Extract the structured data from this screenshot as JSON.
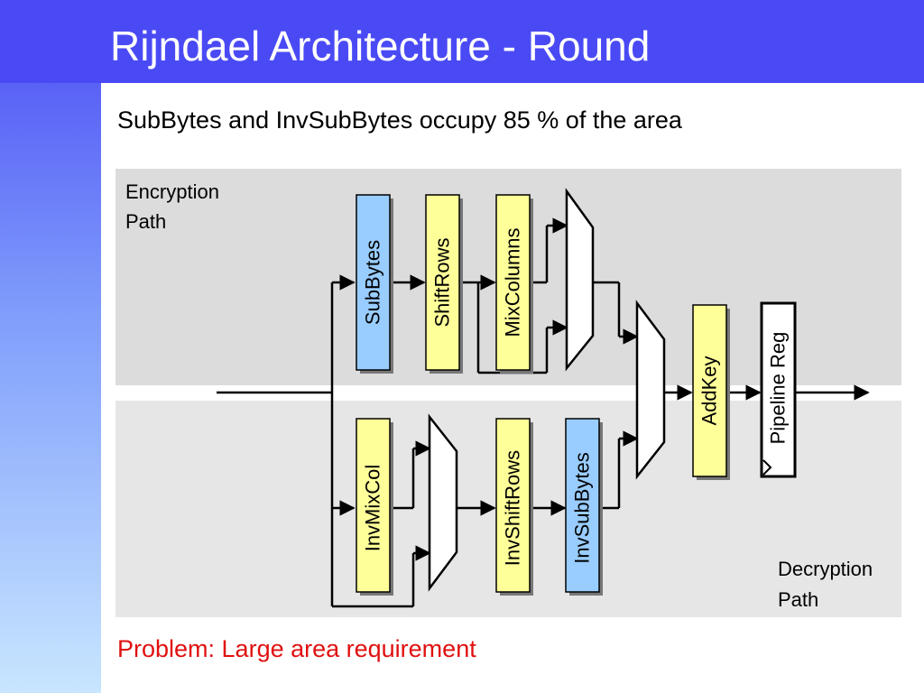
{
  "slide": {
    "title": "Rijndael Architecture - Round",
    "subtitle": "SubBytes and InvSubBytes occupy 85 % of the area",
    "problem": "Problem: Large area requirement"
  },
  "diagram": {
    "encryption_label": [
      "Encryption",
      "Path"
    ],
    "decryption_label": [
      "Decryption",
      "Path"
    ],
    "blocks": {
      "subbytes": "SubBytes",
      "shiftrows": "ShiftRows",
      "mixcolumns": "MixColumns",
      "invmixcol": "InvMixCol",
      "invshiftrows": "InvShiftRows",
      "invsubbytes": "InvSubBytes",
      "addkey": "AddKey",
      "pipeline_reg": "Pipeline Reg"
    },
    "colors": {
      "sbox_blue": "#99ccff",
      "yellow": "#ffff99",
      "panel_grey": "#dcdcdc",
      "title_blue": "#4a4af5",
      "problem_red": "#e01010"
    }
  }
}
